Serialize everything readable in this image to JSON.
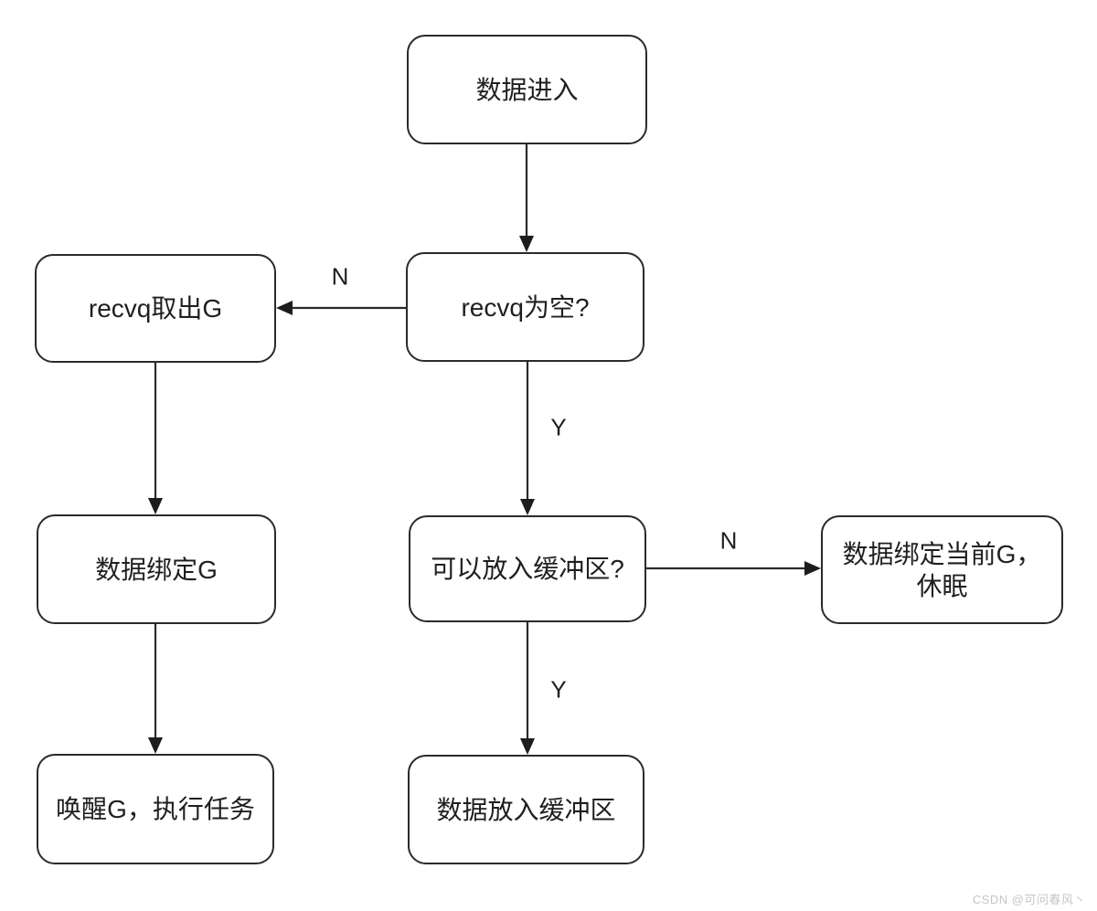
{
  "diagram": {
    "title": "channel data-receive flowchart",
    "colors": {
      "background": "#ffffff",
      "node_border": "#2a2a2a",
      "node_fill": "#ffffff",
      "edge_stroke": "#2a2a2a",
      "text": "#1f1f1f",
      "watermark": "#c6c6c6"
    },
    "nodes": [
      {
        "id": "start",
        "label": "数据进入"
      },
      {
        "id": "recvq-empty",
        "label": "recvq为空?"
      },
      {
        "id": "recvq-takeout",
        "label": "recvq取出G"
      },
      {
        "id": "bind-g",
        "label": "数据绑定G"
      },
      {
        "id": "wake-g",
        "label": "唤醒G，执行任务"
      },
      {
        "id": "buffer-check",
        "label": "可以放入缓冲区?"
      },
      {
        "id": "bind-current-g",
        "label": "数据绑定当前G，休眠"
      },
      {
        "id": "put-buffer",
        "label": "数据放入缓冲区"
      }
    ],
    "edges": [
      {
        "from": "start",
        "to": "recvq-empty",
        "label": ""
      },
      {
        "from": "recvq-empty",
        "to": "recvq-takeout",
        "label": "N"
      },
      {
        "from": "recvq-empty",
        "to": "buffer-check",
        "label": "Y"
      },
      {
        "from": "recvq-takeout",
        "to": "bind-g",
        "label": ""
      },
      {
        "from": "bind-g",
        "to": "wake-g",
        "label": ""
      },
      {
        "from": "buffer-check",
        "to": "bind-current-g",
        "label": "N"
      },
      {
        "from": "buffer-check",
        "to": "put-buffer",
        "label": "Y"
      }
    ],
    "watermark": "CSDN @可问春风丶"
  }
}
